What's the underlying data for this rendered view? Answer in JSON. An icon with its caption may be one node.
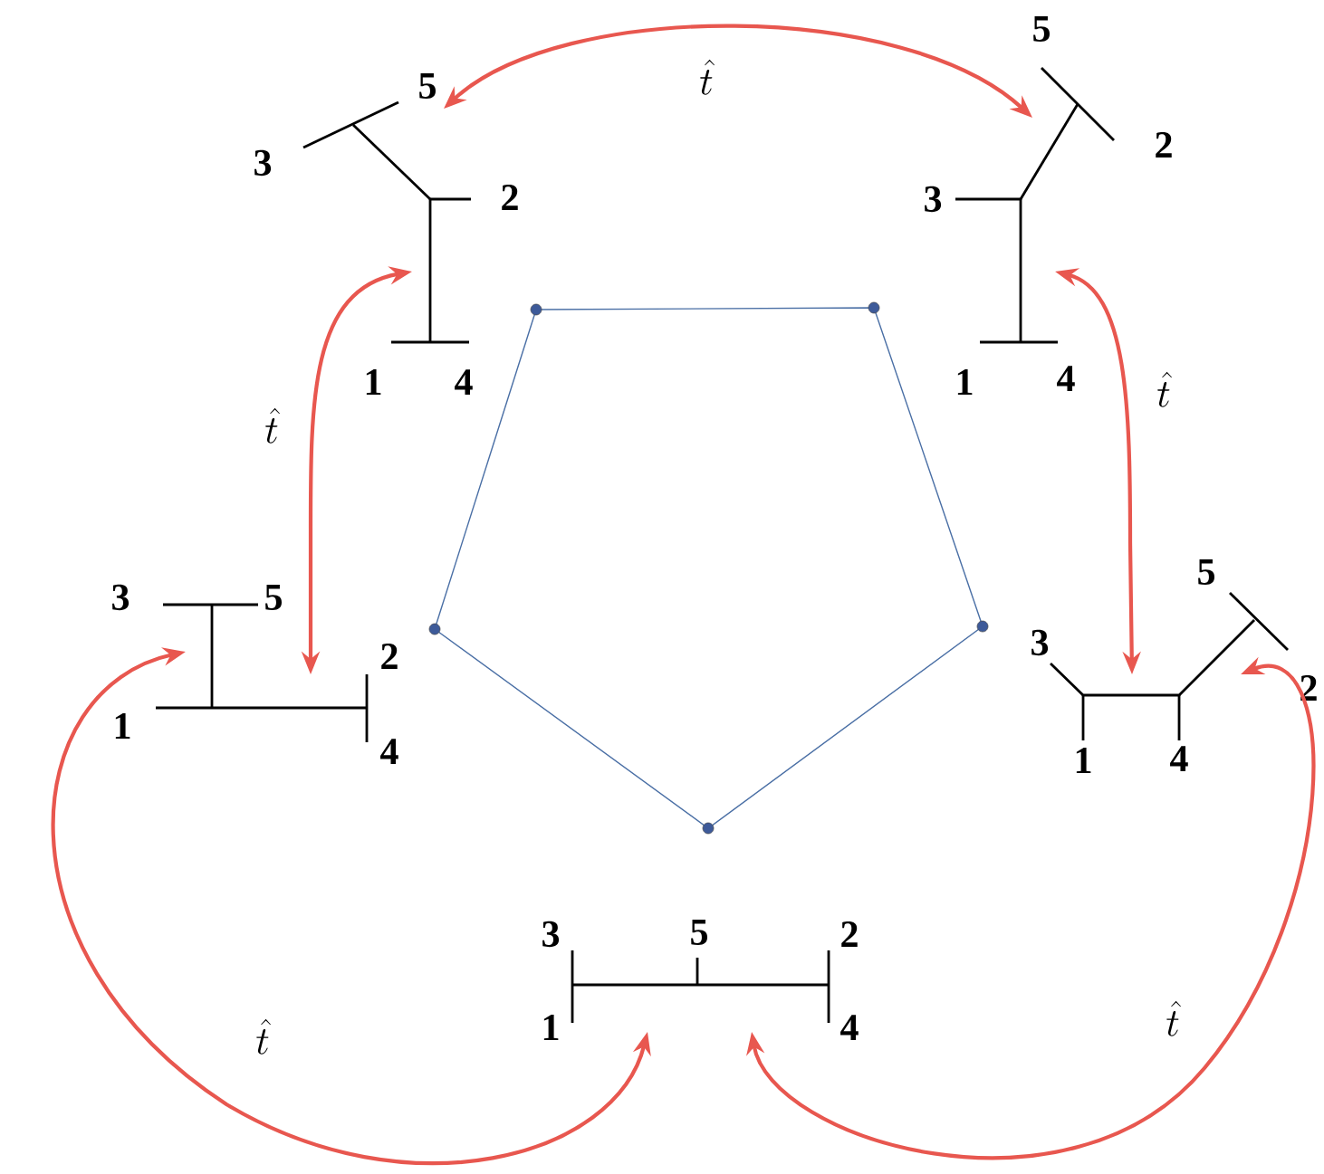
{
  "diagram": {
    "nodes": [
      {
        "text": [
          "5",
          "3",
          "2",
          "1",
          "4"
        ]
      },
      {
        "text": [
          "5",
          "2",
          "3",
          "1",
          "4"
        ]
      },
      {
        "text": [
          "3",
          "5",
          "2",
          "1",
          "4"
        ]
      },
      {
        "text": [
          "5",
          "3",
          "2",
          "1",
          "4"
        ]
      },
      {
        "text": [
          "3",
          "5",
          "2",
          "1",
          "4"
        ]
      }
    ],
    "edges": [
      {
        "from": 0,
        "to": 1,
        "arrow": "both",
        "label": "\\hat{t}"
      },
      {
        "from": 0,
        "to": 2,
        "arrow": "both",
        "label": "\\hat{t}"
      },
      {
        "from": 1,
        "to": 3,
        "arrow": "both",
        "label": "\\hat{t}"
      },
      {
        "from": 2,
        "to": 4,
        "arrow": "both",
        "label": "\\hat{t}"
      },
      {
        "from": 3,
        "to": 4,
        "arrow": "both",
        "label": "\\hat{t}"
      }
    ]
  }
}
